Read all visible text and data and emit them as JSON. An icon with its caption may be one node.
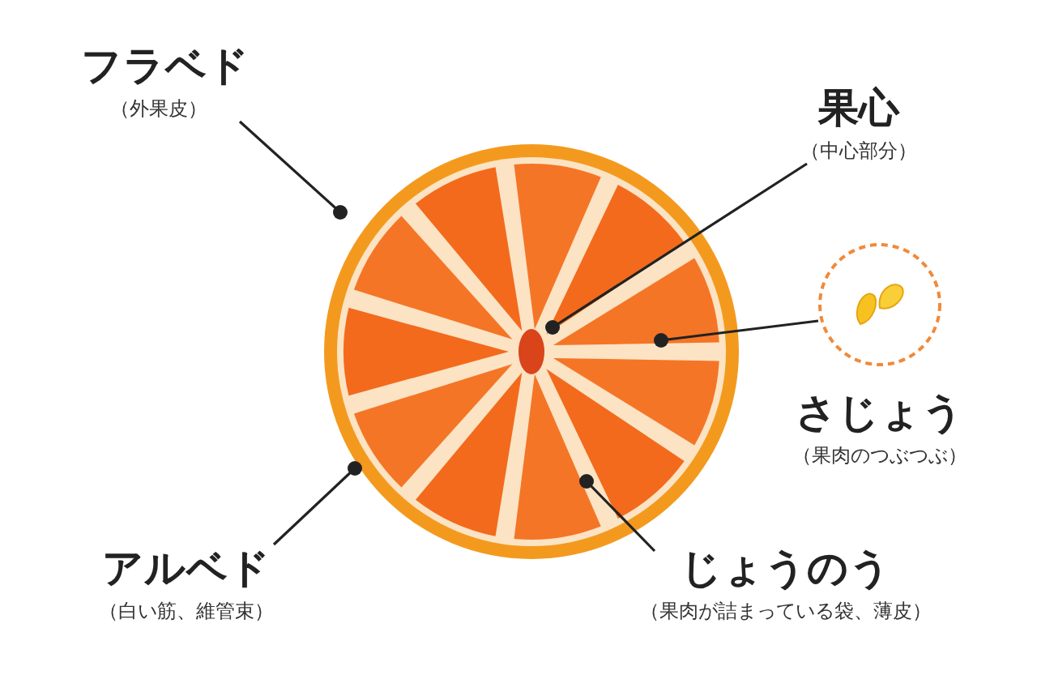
{
  "diagram": {
    "nodes": [
      {
        "text": [
          "フラベド",
          "（外果皮）"
        ]
      },
      {
        "text": [
          "果心",
          "（中心部分）"
        ]
      },
      {
        "text": [],
        "shape": "picture"
      },
      {
        "text": [
          "さじょう",
          "（果肉のつぶつぶ）"
        ]
      },
      {
        "text": [
          "アルベド",
          "（白い筋、維管束）"
        ]
      },
      {
        "text": [
          "じょうのう",
          "（果肉が詰まっている袋、薄皮）"
        ]
      }
    ],
    "edges": [
      {
        "from": 0,
        "to": 2,
        "arrow": "other"
      },
      {
        "from": 1,
        "to": 2,
        "arrow": "other"
      },
      {
        "from": 3,
        "to": 2,
        "arrow": "other"
      },
      {
        "from": 4,
        "to": 2,
        "arrow": "other"
      },
      {
        "from": 5,
        "to": 2,
        "arrow": "other"
      }
    ]
  }
}
